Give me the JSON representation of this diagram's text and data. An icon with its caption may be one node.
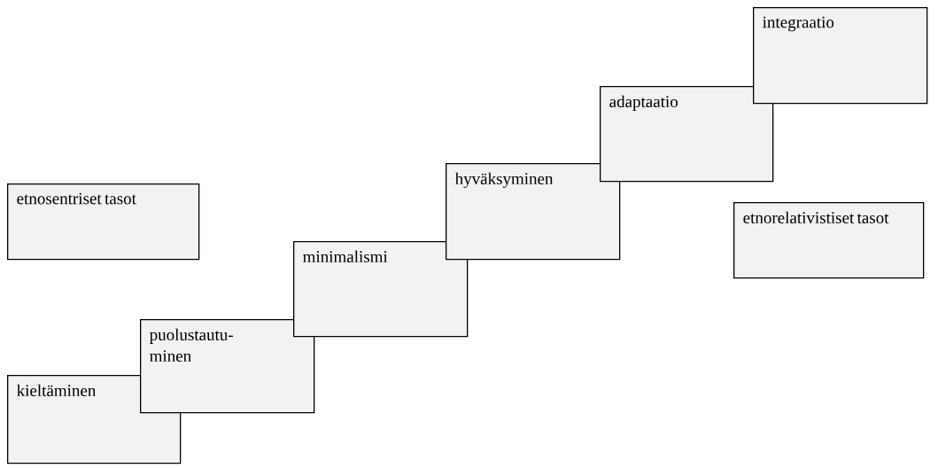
{
  "diagram": {
    "nodes": [
      {
        "text": [
          "kieltäminen"
        ]
      },
      {
        "text": [
          "puolustautu- minen"
        ]
      },
      {
        "text": [
          "minimalismi"
        ]
      },
      {
        "text": [
          "hyväksyminen"
        ]
      },
      {
        "text": [
          "adaptaatio"
        ]
      },
      {
        "text": [
          "integraatio"
        ]
      },
      {
        "text": [
          "etnosentriset tasot"
        ]
      },
      {
        "text": [
          "etnorelativistiset tasot"
        ]
      }
    ]
  }
}
